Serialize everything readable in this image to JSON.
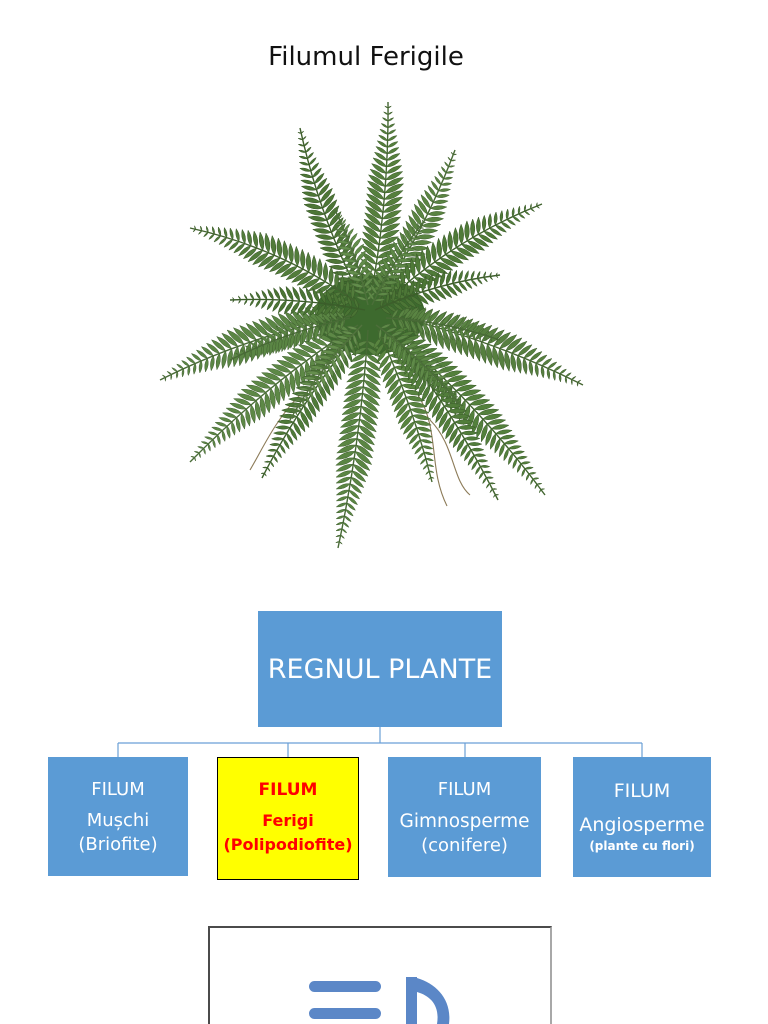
{
  "page": {
    "title": "Filumul Ferigile"
  },
  "illustrations": {
    "fern": "fern-plant-illustration",
    "bottom_frame": "media-placeholder-icon"
  },
  "diagram": {
    "root": {
      "label": "REGNUL PLANTE"
    },
    "children": [
      {
        "label": "FILUM",
        "name": "Mușchi",
        "detail": "(Briofite)",
        "highlighted": false
      },
      {
        "label": "FILUM",
        "name": "Ferigi",
        "detail": "(Polipodiofite)",
        "highlighted": true
      },
      {
        "label": "FILUM",
        "name": "Gimnosperme",
        "detail": "(conifere)",
        "highlighted": false
      },
      {
        "label": "FILUM",
        "name": "Angiosperme",
        "detail": "(plante cu flori)",
        "highlighted": false
      }
    ]
  },
  "colors": {
    "box_fill": "#5b9bd5",
    "box_text": "#ffffff",
    "highlight_fill": "#ffff00",
    "highlight_text": "#ff0000",
    "highlight_border": "#000000",
    "connector": "#6a9fd6",
    "icon": "#5b87c7",
    "title_text": "#111111"
  }
}
